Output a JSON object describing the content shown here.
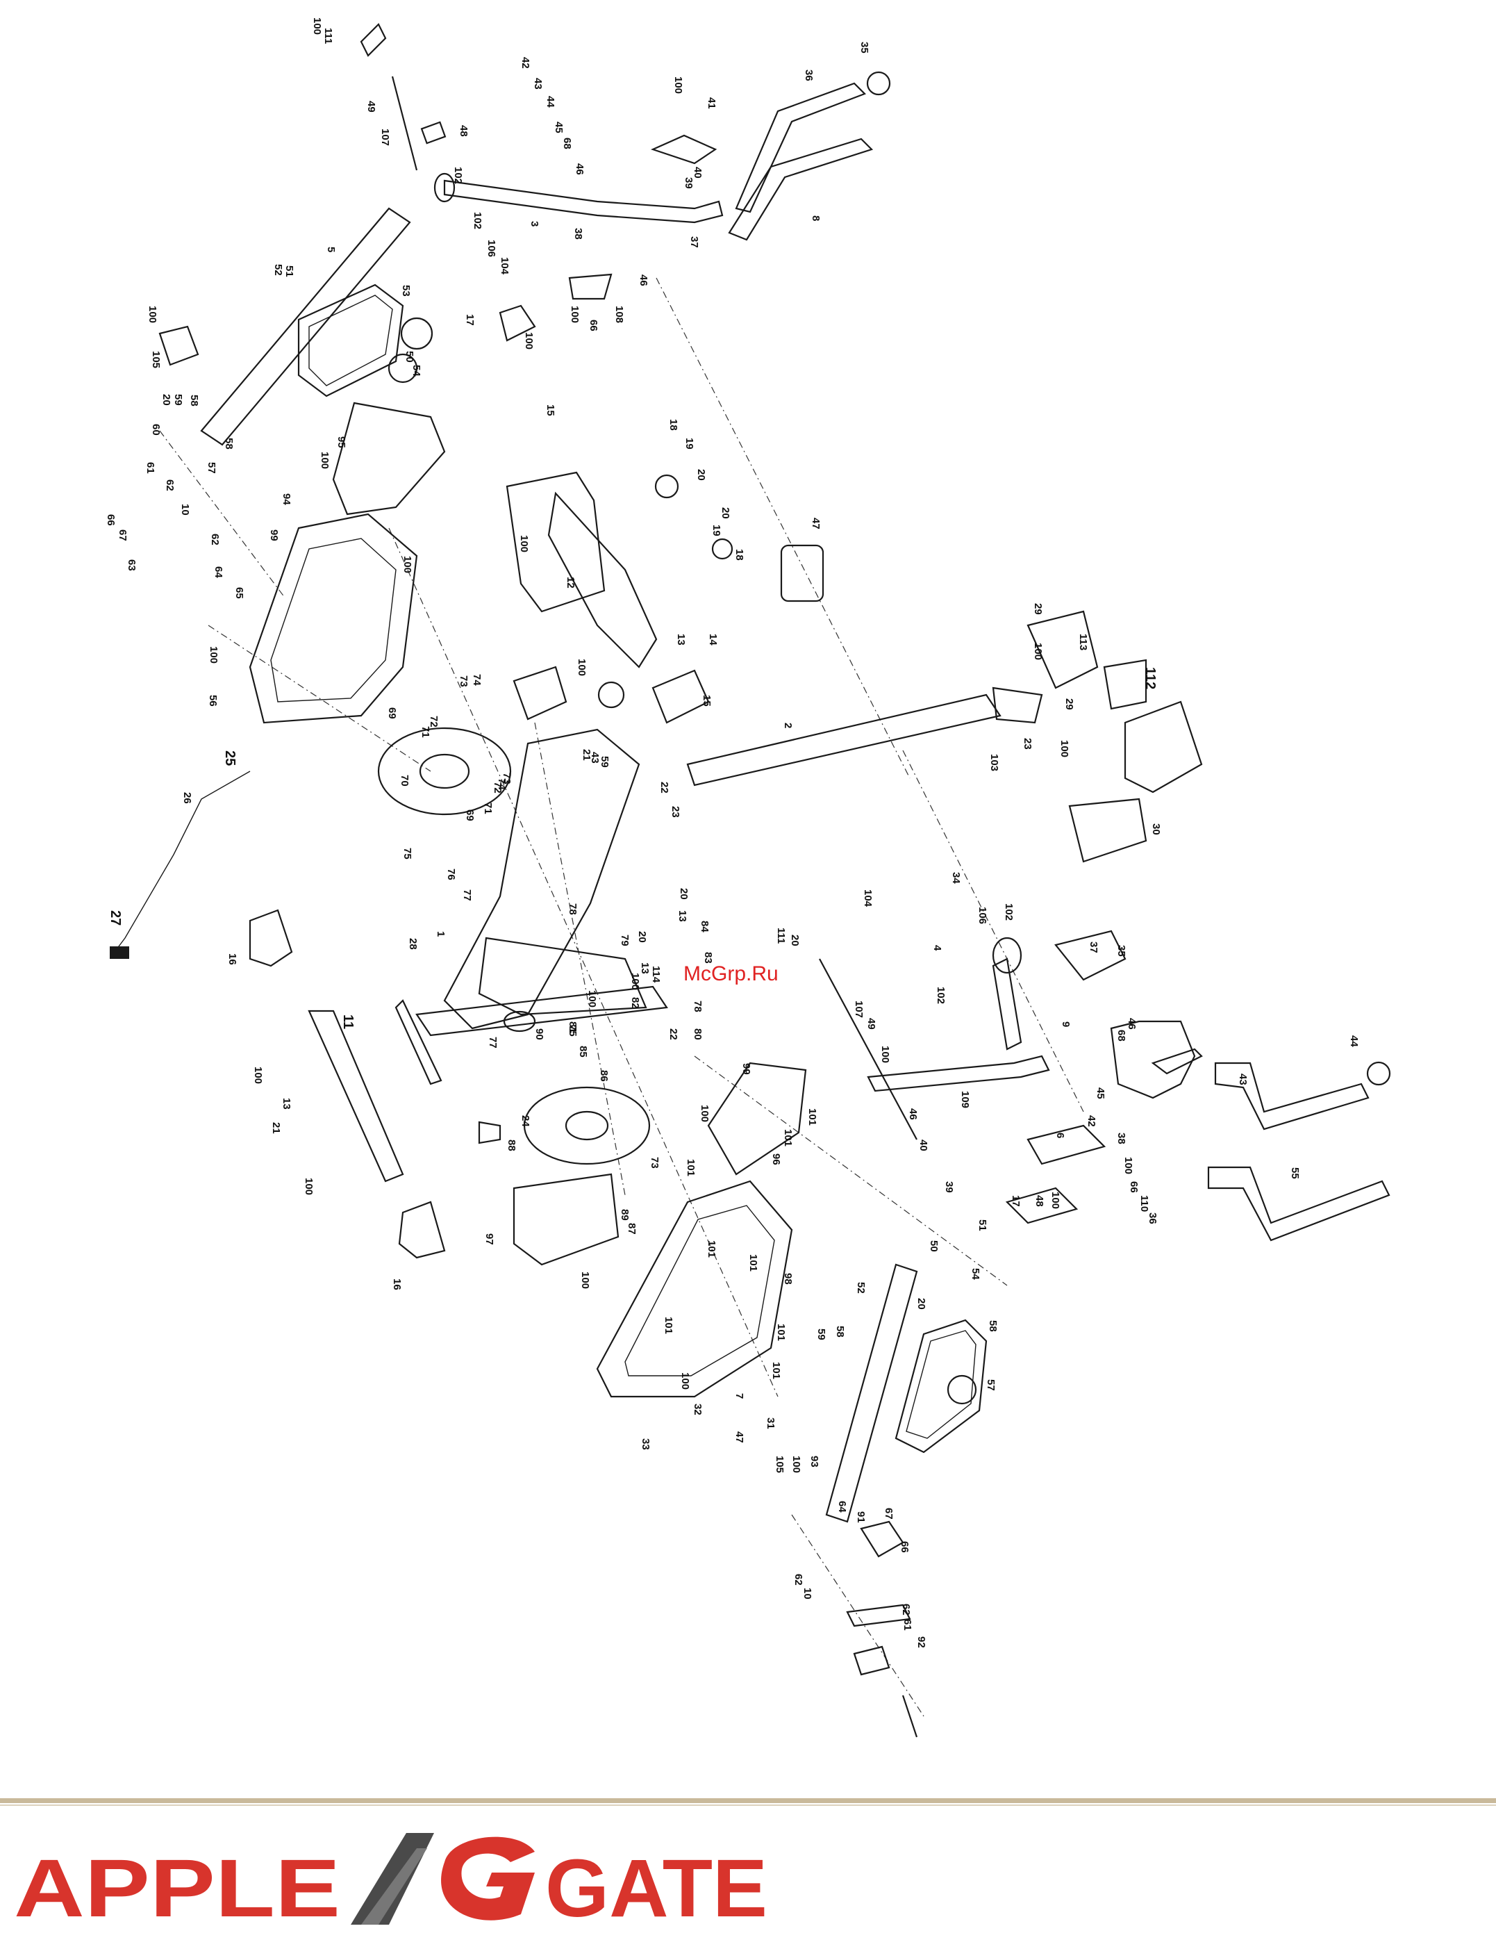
{
  "watermark": {
    "text": "McGrp.Ru",
    "color": "#e02222"
  },
  "brand": {
    "left_text": "APPLE",
    "right_text": "GATE",
    "letter_color": "#d8342c",
    "monogram_color": "#4a4a4a",
    "rule_color": "#c9b99a"
  },
  "labels": [
    {
      "n": "100"
    },
    {
      "n": "111"
    },
    {
      "n": "49"
    },
    {
      "n": "107"
    },
    {
      "n": "48"
    },
    {
      "n": "102"
    },
    {
      "n": "3"
    },
    {
      "n": "102"
    },
    {
      "n": "106"
    },
    {
      "n": "104"
    },
    {
      "n": "17"
    },
    {
      "n": "100"
    },
    {
      "n": "42"
    },
    {
      "n": "43"
    },
    {
      "n": "44"
    },
    {
      "n": "45"
    },
    {
      "n": "68"
    },
    {
      "n": "46"
    },
    {
      "n": "38"
    },
    {
      "n": "100"
    },
    {
      "n": "41"
    },
    {
      "n": "40"
    },
    {
      "n": "39"
    },
    {
      "n": "37"
    },
    {
      "n": "36"
    },
    {
      "n": "35"
    },
    {
      "n": "8"
    },
    {
      "n": "46"
    },
    {
      "n": "100"
    },
    {
      "n": "66"
    },
    {
      "n": "108"
    },
    {
      "n": "5"
    },
    {
      "n": "52"
    },
    {
      "n": "51"
    },
    {
      "n": "53"
    },
    {
      "n": "50"
    },
    {
      "n": "54"
    },
    {
      "n": "100"
    },
    {
      "n": "105"
    },
    {
      "n": "58"
    },
    {
      "n": "20"
    },
    {
      "n": "59"
    },
    {
      "n": "60"
    },
    {
      "n": "58"
    },
    {
      "n": "57"
    },
    {
      "n": "61"
    },
    {
      "n": "62"
    },
    {
      "n": "10"
    },
    {
      "n": "66"
    },
    {
      "n": "67"
    },
    {
      "n": "62"
    },
    {
      "n": "63"
    },
    {
      "n": "64"
    },
    {
      "n": "65"
    },
    {
      "n": "100"
    },
    {
      "n": "95"
    },
    {
      "n": "100"
    },
    {
      "n": "94"
    },
    {
      "n": "99"
    },
    {
      "n": "100"
    },
    {
      "n": "56"
    },
    {
      "n": "15"
    },
    {
      "n": "18"
    },
    {
      "n": "19"
    },
    {
      "n": "20"
    },
    {
      "n": "20"
    },
    {
      "n": "19"
    },
    {
      "n": "18"
    },
    {
      "n": "100"
    },
    {
      "n": "12"
    },
    {
      "n": "13"
    },
    {
      "n": "14"
    },
    {
      "n": "100"
    },
    {
      "n": "15"
    },
    {
      "n": "47"
    },
    {
      "n": "29"
    },
    {
      "n": "100"
    },
    {
      "n": "113"
    },
    {
      "n": "112"
    },
    {
      "n": "29"
    },
    {
      "n": "100"
    },
    {
      "n": "23"
    },
    {
      "n": "103"
    },
    {
      "n": "2"
    },
    {
      "n": "30"
    },
    {
      "n": "74"
    },
    {
      "n": "73"
    },
    {
      "n": "69"
    },
    {
      "n": "71"
    },
    {
      "n": "72"
    },
    {
      "n": "70"
    },
    {
      "n": "74"
    },
    {
      "n": "73"
    },
    {
      "n": "72"
    },
    {
      "n": "71"
    },
    {
      "n": "69"
    },
    {
      "n": "21"
    },
    {
      "n": "43"
    },
    {
      "n": "59"
    },
    {
      "n": "22"
    },
    {
      "n": "23"
    },
    {
      "n": "75"
    },
    {
      "n": "76"
    },
    {
      "n": "77"
    },
    {
      "n": "78"
    },
    {
      "n": "25"
    },
    {
      "n": "26"
    },
    {
      "n": "27"
    },
    {
      "n": "16"
    },
    {
      "n": "28"
    },
    {
      "n": "1"
    },
    {
      "n": "11"
    },
    {
      "n": "100"
    },
    {
      "n": "13"
    },
    {
      "n": "21"
    },
    {
      "n": "100"
    },
    {
      "n": "16"
    },
    {
      "n": "20"
    },
    {
      "n": "13"
    },
    {
      "n": "20"
    },
    {
      "n": "79"
    },
    {
      "n": "84"
    },
    {
      "n": "83"
    },
    {
      "n": "100"
    },
    {
      "n": "111"
    },
    {
      "n": "20"
    },
    {
      "n": "13"
    },
    {
      "n": "114"
    },
    {
      "n": "100"
    },
    {
      "n": "82"
    },
    {
      "n": "78"
    },
    {
      "n": "81"
    },
    {
      "n": "80"
    },
    {
      "n": "22"
    },
    {
      "n": "90"
    },
    {
      "n": "77"
    },
    {
      "n": "75"
    },
    {
      "n": "85"
    },
    {
      "n": "86"
    },
    {
      "n": "24"
    },
    {
      "n": "88"
    },
    {
      "n": "73"
    },
    {
      "n": "89"
    },
    {
      "n": "87"
    },
    {
      "n": "97"
    },
    {
      "n": "99"
    },
    {
      "n": "100"
    },
    {
      "n": "101"
    },
    {
      "n": "101"
    },
    {
      "n": "101"
    },
    {
      "n": "96"
    },
    {
      "n": "100"
    },
    {
      "n": "101"
    },
    {
      "n": "101"
    },
    {
      "n": "98"
    },
    {
      "n": "101"
    },
    {
      "n": "101"
    },
    {
      "n": "101"
    },
    {
      "n": "100"
    },
    {
      "n": "7"
    },
    {
      "n": "32"
    },
    {
      "n": "31"
    },
    {
      "n": "47"
    },
    {
      "n": "33"
    },
    {
      "n": "34"
    },
    {
      "n": "104"
    },
    {
      "n": "106"
    },
    {
      "n": "102"
    },
    {
      "n": "4"
    },
    {
      "n": "102"
    },
    {
      "n": "107"
    },
    {
      "n": "49"
    },
    {
      "n": "100"
    },
    {
      "n": "109"
    },
    {
      "n": "46"
    },
    {
      "n": "40"
    },
    {
      "n": "39"
    },
    {
      "n": "37"
    },
    {
      "n": "35"
    },
    {
      "n": "9"
    },
    {
      "n": "46"
    },
    {
      "n": "68"
    },
    {
      "n": "45"
    },
    {
      "n": "44"
    },
    {
      "n": "43"
    },
    {
      "n": "42"
    },
    {
      "n": "38"
    },
    {
      "n": "100"
    },
    {
      "n": "66"
    },
    {
      "n": "110"
    },
    {
      "n": "36"
    },
    {
      "n": "6"
    },
    {
      "n": "17"
    },
    {
      "n": "48"
    },
    {
      "n": "100"
    },
    {
      "n": "55"
    },
    {
      "n": "52"
    },
    {
      "n": "51"
    },
    {
      "n": "50"
    },
    {
      "n": "54"
    },
    {
      "n": "20"
    },
    {
      "n": "59"
    },
    {
      "n": "58"
    },
    {
      "n": "58"
    },
    {
      "n": "57"
    },
    {
      "n": "105"
    },
    {
      "n": "100"
    },
    {
      "n": "93"
    },
    {
      "n": "64"
    },
    {
      "n": "91"
    },
    {
      "n": "67"
    },
    {
      "n": "66"
    },
    {
      "n": "62"
    },
    {
      "n": "10"
    },
    {
      "n": "62"
    },
    {
      "n": "61"
    },
    {
      "n": "92"
    }
  ]
}
